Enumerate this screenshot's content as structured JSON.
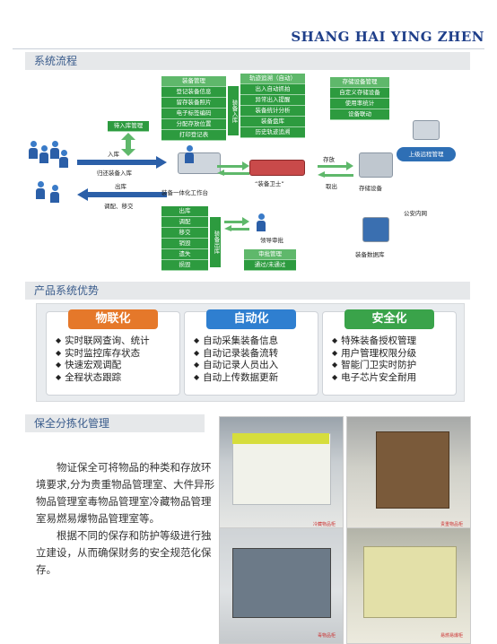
{
  "brand": "SHANG HAI YING ZHEN",
  "sections": {
    "flow": "系统流程",
    "advantages": "产品系统优势",
    "storage": "保全分拣化管理"
  },
  "flow": {
    "equipment_mgmt": {
      "head": "装备管理",
      "side": "装备入库",
      "rows": [
        "登记装备信息",
        "留存装备照片",
        "电子标签编码",
        "分配存放位置",
        "打印登记表"
      ]
    },
    "track": {
      "head": "轨迹追溯（自动）",
      "rows": [
        "出入自动抓拍",
        "异常出入提醒",
        "装备统计分析",
        "装备盘库",
        "历史轨迹追溯"
      ]
    },
    "storage_equip": {
      "head": "存储设备管理",
      "rows": [
        "自定义存储设备",
        "使用率统计",
        "设备联动"
      ]
    },
    "outgoing": {
      "side": "装备出库",
      "rows": [
        "出库",
        "调配",
        "移交",
        "销毁",
        "遗失",
        "损毁"
      ]
    },
    "approval": {
      "rows": [
        "审批管理",
        "通过/未通过"
      ]
    },
    "labels": {
      "inbound_mgmt": "待入库管理",
      "inbound": "入库",
      "return_inbound": "归还装备入库",
      "outbound": "出库",
      "dispatch": "调配、移交",
      "workstation": "装备一体化工作台",
      "guard": "“装备卫士”",
      "store": "存放",
      "retrieve": "取出",
      "storage_device": "存储设备",
      "remote": "上级远程管理",
      "intranet": "公安内网",
      "database": "装备数据库",
      "leader": "领导审批"
    }
  },
  "advantages": [
    {
      "title": "物联化",
      "color": "#e5782a",
      "items": [
        "实时联网查询、统计",
        "实时监控库存状态",
        "快速宏观调配",
        "全程状态跟踪"
      ]
    },
    {
      "title": "自动化",
      "color": "#2f7fd0",
      "items": [
        "自动采集装备信息",
        "自动记录装备流转",
        "自动记录人员出入",
        "自动上传数据更新"
      ]
    },
    {
      "title": "安全化",
      "color": "#3aa34a",
      "items": [
        "特殊装备授权管理",
        "用户管理权限分级",
        "智能门卫实时防护",
        "电子芯片安全耐用"
      ]
    }
  ],
  "storage_text": [
    "物证保全可将物品的种类和存放环境要求,分为贵重物品管理室、大件异形物品管理室毒物品管理室冷藏物品管理室易燃易爆物品管理室等。",
    "根据不同的保存和防护等级进行独立建设，从而确保财务的安全规范化保存。"
  ],
  "photos": [
    {
      "caption": "冷藏物品柜",
      "accent": "#d6dd3c"
    },
    {
      "caption": "贵重物品柜",
      "accent": "#7a5a3a"
    },
    {
      "caption": "毒物品柜",
      "accent": "#6c7a88"
    },
    {
      "caption": "易燃易爆柜",
      "accent": "#e3e0a8"
    }
  ]
}
